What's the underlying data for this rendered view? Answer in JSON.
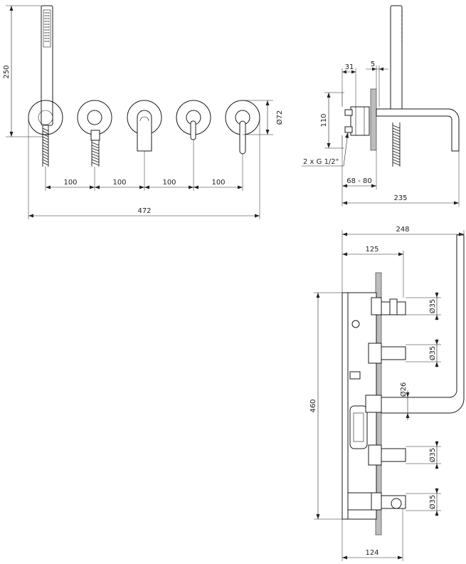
{
  "front_view": {
    "dim_height": "250",
    "dim_diameter": "Ø72",
    "dim_spacing": [
      "100",
      "100",
      "100",
      "100"
    ],
    "dim_total": "472"
  },
  "side_view": {
    "dim_depth_31": "31",
    "dim_depth_5": "5",
    "dim_height_110": "110",
    "dim_connection": "2 x G 1/2\"",
    "dim_wall": "68 - 80",
    "dim_total": "235"
  },
  "plan_view": {
    "dim_total_248": "248",
    "dim_125": "125",
    "dim_height_460": "460",
    "dim_diam_top": "Ø35",
    "dim_diam_2": "Ø35",
    "dim_diam_spout": "Ø26",
    "dim_diam_4": "Ø35",
    "dim_diam_5": "Ø35",
    "dim_bottom_124": "124"
  }
}
